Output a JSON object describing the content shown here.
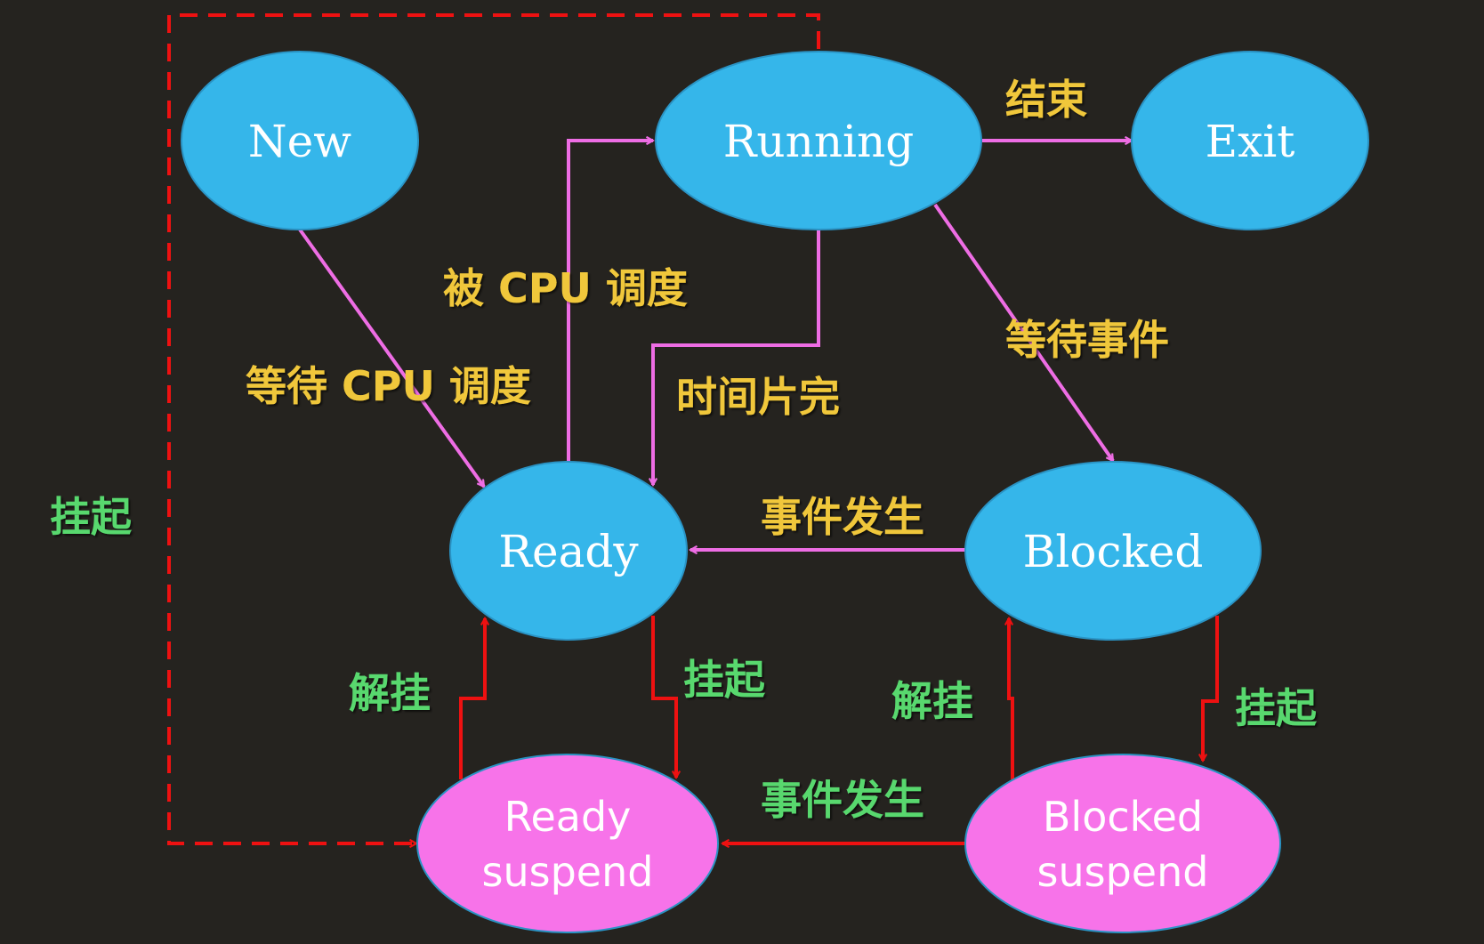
{
  "colors": {
    "background": "#25231f",
    "state_fill": "#35b6ea",
    "suspend_fill": "#f773e9",
    "normal_edge": "#ee6de4",
    "suspend_edge": "#ee1111",
    "normal_label": "#f0c73a",
    "suspend_label": "#59d86e"
  },
  "nodes": {
    "new": "New",
    "running": "Running",
    "exit": "Exit",
    "ready": "Ready",
    "blocked": "Blocked",
    "ready_suspend": [
      "Ready",
      "suspend"
    ],
    "blocked_suspend": [
      "Blocked",
      "suspend"
    ]
  },
  "edges": {
    "running_exit": "结束",
    "ready_running": "被 CPU 调度",
    "new_ready": "等待 CPU 调度",
    "running_ready": "时间片完",
    "running_blocked": "等待事件",
    "blocked_ready": "事件发生",
    "new_ready_suspend": "挂起",
    "ready_suspend_ready": "解挂",
    "ready_ready_suspend": "挂起",
    "blocked_suspend_blocked": "解挂",
    "blocked_blocked_suspend": "挂起",
    "blocked_suspend_ready_suspend": "事件发生"
  }
}
